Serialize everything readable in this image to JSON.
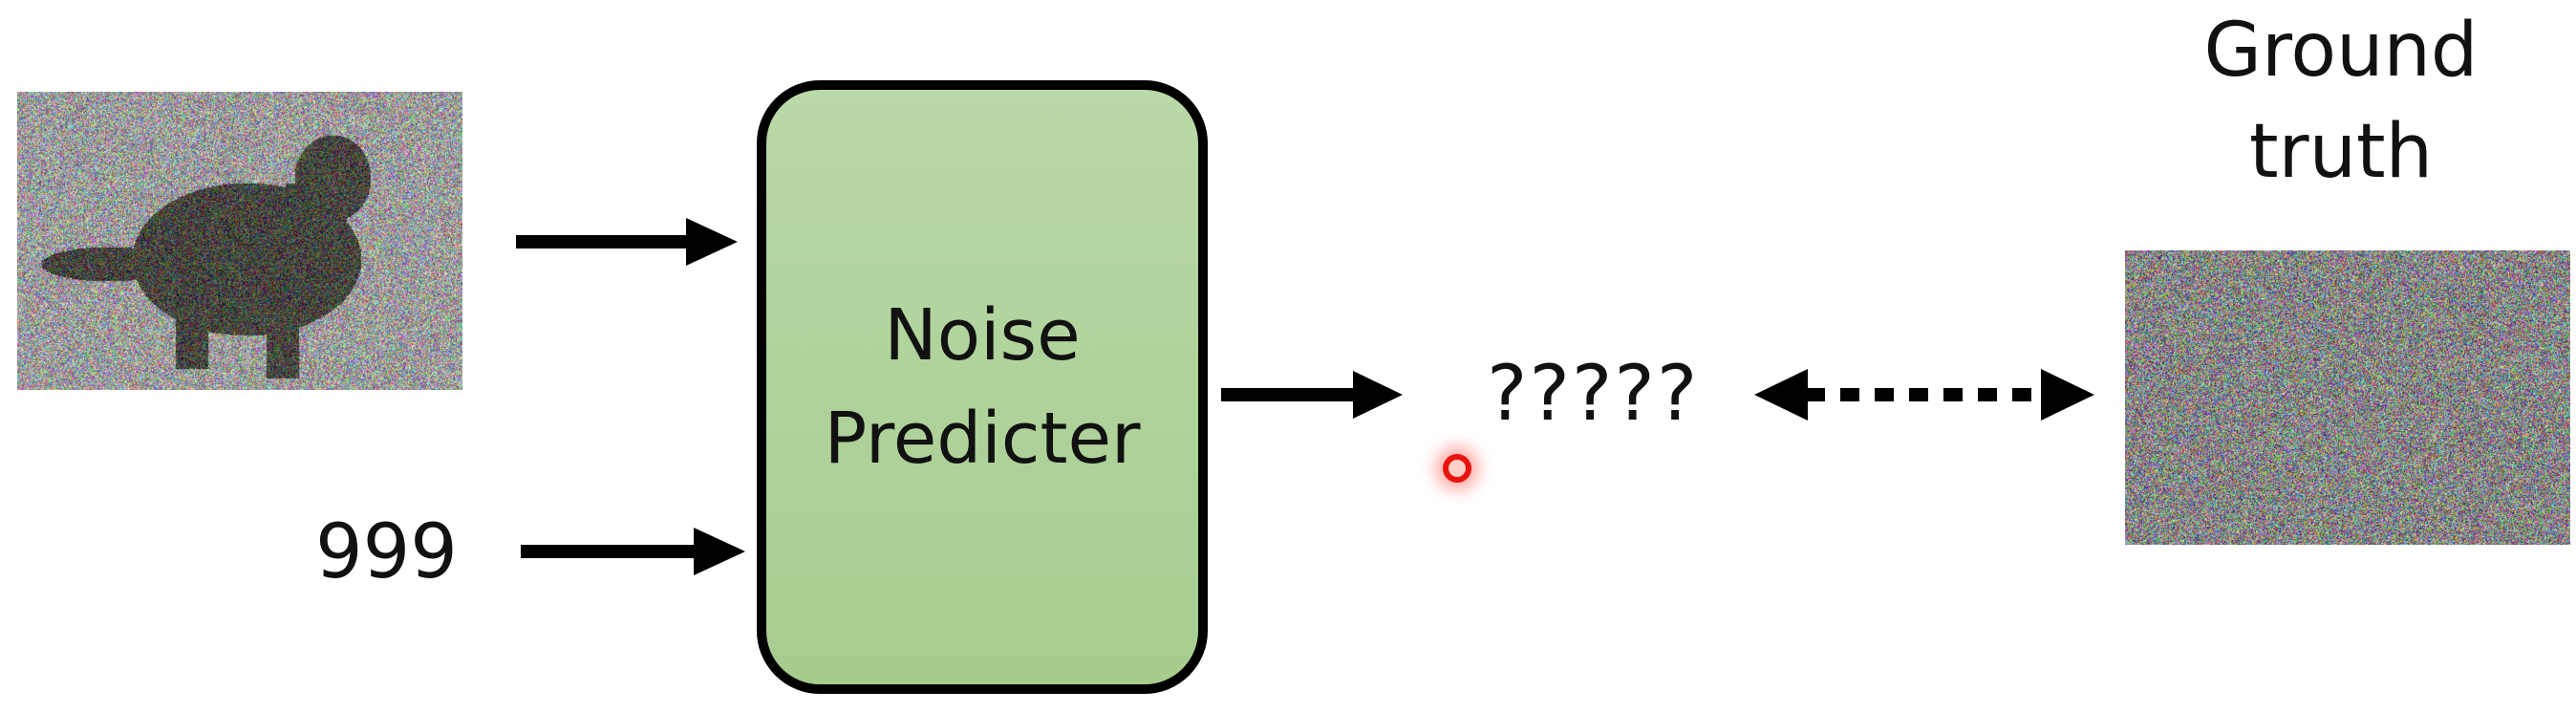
{
  "predictor": {
    "line1": "Noise",
    "line2": "Predicter"
  },
  "timestep": "999",
  "output": "?????",
  "ground_truth": {
    "line1": "Ground",
    "line2": "truth"
  },
  "colors": {
    "box_fill": "#b5d6a3",
    "stroke": "#000000",
    "pointer": "#e8140f"
  },
  "icons": {
    "pointer": "laser-pointer-dot-icon"
  }
}
